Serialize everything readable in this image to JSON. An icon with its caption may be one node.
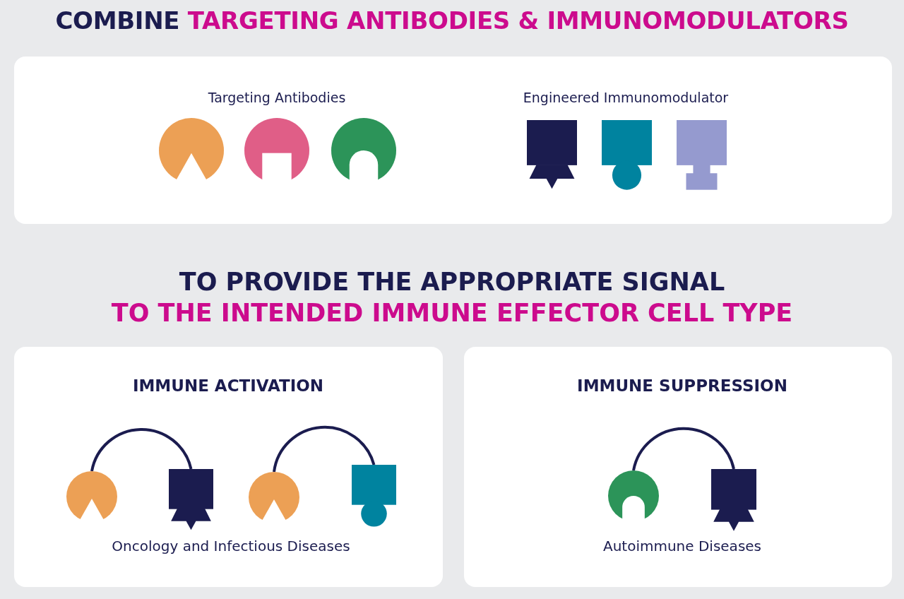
{
  "diagram": {
    "title": "COMBINE TARGETING ANTIBODIES & IMMUNOMODULATORS",
    "nodes": [
      {
        "text": [
          "Targeting Antibodies",
          "Engineered Immunomodulator"
        ]
      },
      {
        "text": [],
        "shape": "circle",
        "in": 0
      },
      {
        "text": [],
        "shape": "circle",
        "in": 0
      },
      {
        "text": [],
        "shape": "circle",
        "in": 0
      },
      {
        "text": [],
        "shape": "box",
        "in": 0
      },
      {
        "text": [],
        "shape": "box",
        "in": 0
      },
      {
        "text": [],
        "shape": "box",
        "in": 0
      },
      {
        "text": [
          "IMMUNE ACTIVATION",
          "Oncology and Infectious Diseases"
        ]
      },
      {
        "text": [],
        "shape": "circle",
        "in": 7
      },
      {
        "text": [],
        "shape": "box",
        "in": 7
      },
      {
        "text": [],
        "shape": "circle",
        "in": 7
      },
      {
        "text": [],
        "shape": "box",
        "in": 7
      },
      {
        "text": [
          "IMMUNE SUPPRESSION",
          "Autoimmune Diseases"
        ]
      },
      {
        "text": [],
        "shape": "circle",
        "in": 12
      },
      {
        "text": [],
        "shape": "box",
        "in": 12
      }
    ],
    "edges": [
      {
        "from": 8,
        "to": 9,
        "arrow": "none"
      },
      {
        "from": 10,
        "to": 11,
        "arrow": "none"
      },
      {
        "from": 13,
        "to": 14,
        "arrow": "none"
      }
    ],
    "labels": [
      "TO PROVIDE THE APPROPRIATE SIGNAL",
      "TO THE INTENDED IMMUNE EFFECTOR CELL TYPE"
    ]
  }
}
